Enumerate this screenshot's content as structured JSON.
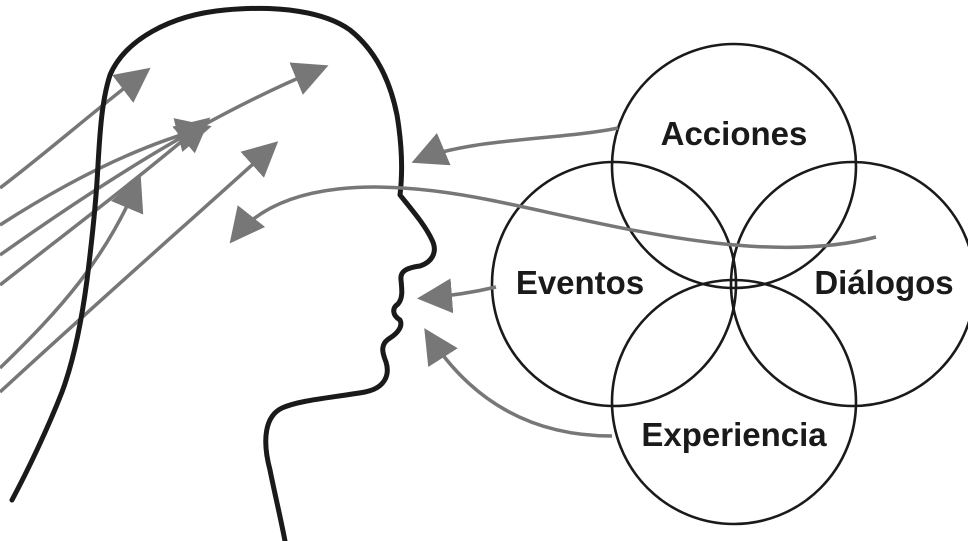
{
  "diagram": {
    "labels": {
      "top": "Acciones",
      "left": "Eventos",
      "right": "Diálogos",
      "bottom": "Experiencia"
    },
    "colors": {
      "head_outline": "#1a1a1a",
      "circle_outline": "#1a1a1a",
      "arrows": "#777777",
      "text": "#1a1a1a",
      "background": "#ffffff"
    }
  }
}
